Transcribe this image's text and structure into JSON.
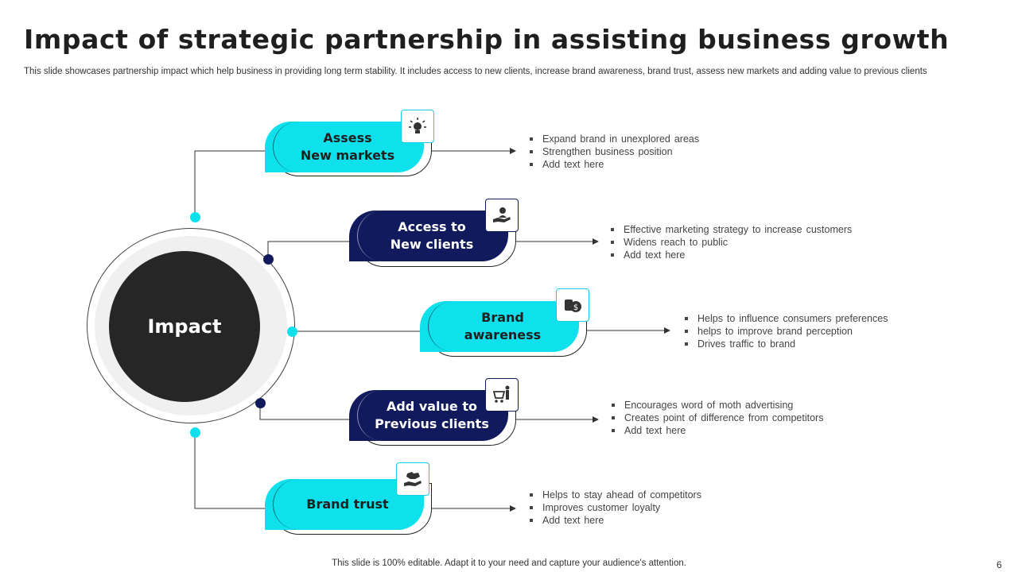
{
  "title": "Impact of strategic partnership in assisting business growth",
  "subtitle": "This slide showcases partnership impact which help business in providing long term stability. It includes access to new clients, increase brand awareness, brand trust, assess new markets and adding value to previous clients",
  "hub": {
    "label": "Impact"
  },
  "colors": {
    "cyan": "#0ee0ec",
    "navy": "#111a5c",
    "hub": "#262626"
  },
  "items": [
    {
      "label": "Assess\nNew markets",
      "color": "cyan",
      "icon": "lightbulb-gear-icon",
      "bullets": [
        "Expand brand in unexplored areas",
        "Strengthen business position",
        "Add text here"
      ]
    },
    {
      "label": "Access to\nNew clients",
      "color": "navy",
      "icon": "hand-person-icon",
      "bullets": [
        "Effective marketing strategy to increase customers",
        "Widens reach to public",
        "Add text here"
      ]
    },
    {
      "label": "Brand\nawareness",
      "color": "cyan",
      "icon": "tag-dollar-icon",
      "bullets": [
        "Helps to influence consumers preferences",
        "helps to improve brand perception",
        "Drives traffic to brand"
      ]
    },
    {
      "label": "Add value to\nPrevious clients",
      "color": "navy",
      "icon": "shopper-cart-icon",
      "bullets": [
        "Encourages word of moth advertising",
        "Creates point of difference from competitors",
        "Add text here"
      ]
    },
    {
      "label": "Brand trust",
      "color": "cyan",
      "icon": "hand-handshake-icon",
      "bullets": [
        "Helps to stay ahead of competitors",
        "Improves customer loyalty",
        "Add text here"
      ]
    }
  ],
  "footer": "This slide is 100% editable. Adapt it to your need and capture your audience's attention.",
  "page_number": "6"
}
